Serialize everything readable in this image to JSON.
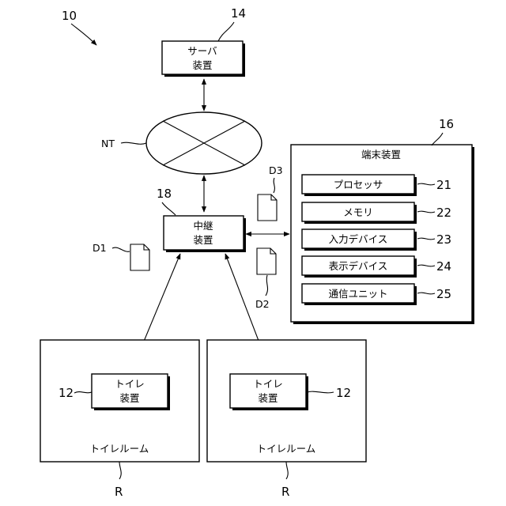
{
  "diagram": {
    "figure_ref": "10",
    "server": {
      "ref": "14",
      "line1": "サーバ",
      "line2": "装置"
    },
    "network": {
      "label": "NT"
    },
    "relay": {
      "ref": "18",
      "line1": "中継",
      "line2": "装置"
    },
    "terminal": {
      "ref": "16",
      "title": "端末装置",
      "items": [
        {
          "label": "プロセッサ",
          "ref": "21"
        },
        {
          "label": "メモリ",
          "ref": "22"
        },
        {
          "label": "入力デバイス",
          "ref": "23"
        },
        {
          "label": "表示デバイス",
          "ref": "24"
        },
        {
          "label": "通信ユニット",
          "ref": "25"
        }
      ]
    },
    "data_files": [
      {
        "label": "D1"
      },
      {
        "label": "D2"
      },
      {
        "label": "D3"
      }
    ],
    "toilet_rooms": [
      {
        "room_label": "トイレルーム",
        "device_ref": "12",
        "device_line1": "トイレ",
        "device_line2": "装置",
        "room_ref": "R"
      },
      {
        "room_label": "トイレルーム",
        "device_ref": "12",
        "device_line1": "トイレ",
        "device_line2": "装置",
        "room_ref": "R"
      }
    ]
  }
}
